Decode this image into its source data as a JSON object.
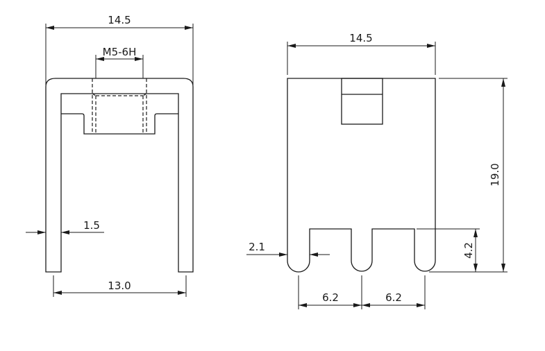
{
  "left_view": {
    "width_dim": "14.5",
    "thread_label": "M5-6H",
    "thickness_dim": "1.5",
    "leg_span_dim": "13.0"
  },
  "right_view": {
    "width_dim": "14.5",
    "height_dim": "19.0",
    "slot_depth_dim": "4.2",
    "tab_width_dim": "2.1",
    "pitch_left_dim": "6.2",
    "pitch_right_dim": "6.2"
  }
}
